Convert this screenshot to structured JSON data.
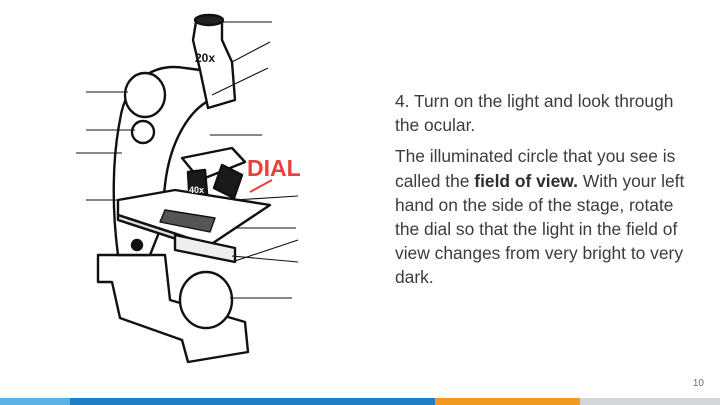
{
  "step_heading": "4. Turn on the light and look through the ocular.",
  "body": {
    "intro": "The illuminated circle that you see is called the ",
    "term": "field of view.",
    "rest": " With your left hand on the side of the stage, rotate the dial so that the light in the field of view changes from very bright to very dark."
  },
  "figure": {
    "dial_label": "DIAL",
    "objective_top_label": "20x",
    "objective_low_label": "40x"
  },
  "page_number": "10",
  "colors": {
    "dial_label": "#e8413c",
    "bar_light_blue": "#5bb1e6",
    "bar_blue": "#1f7fc4",
    "bar_orange": "#f29a1f",
    "bar_gray": "#d3d6d9"
  }
}
